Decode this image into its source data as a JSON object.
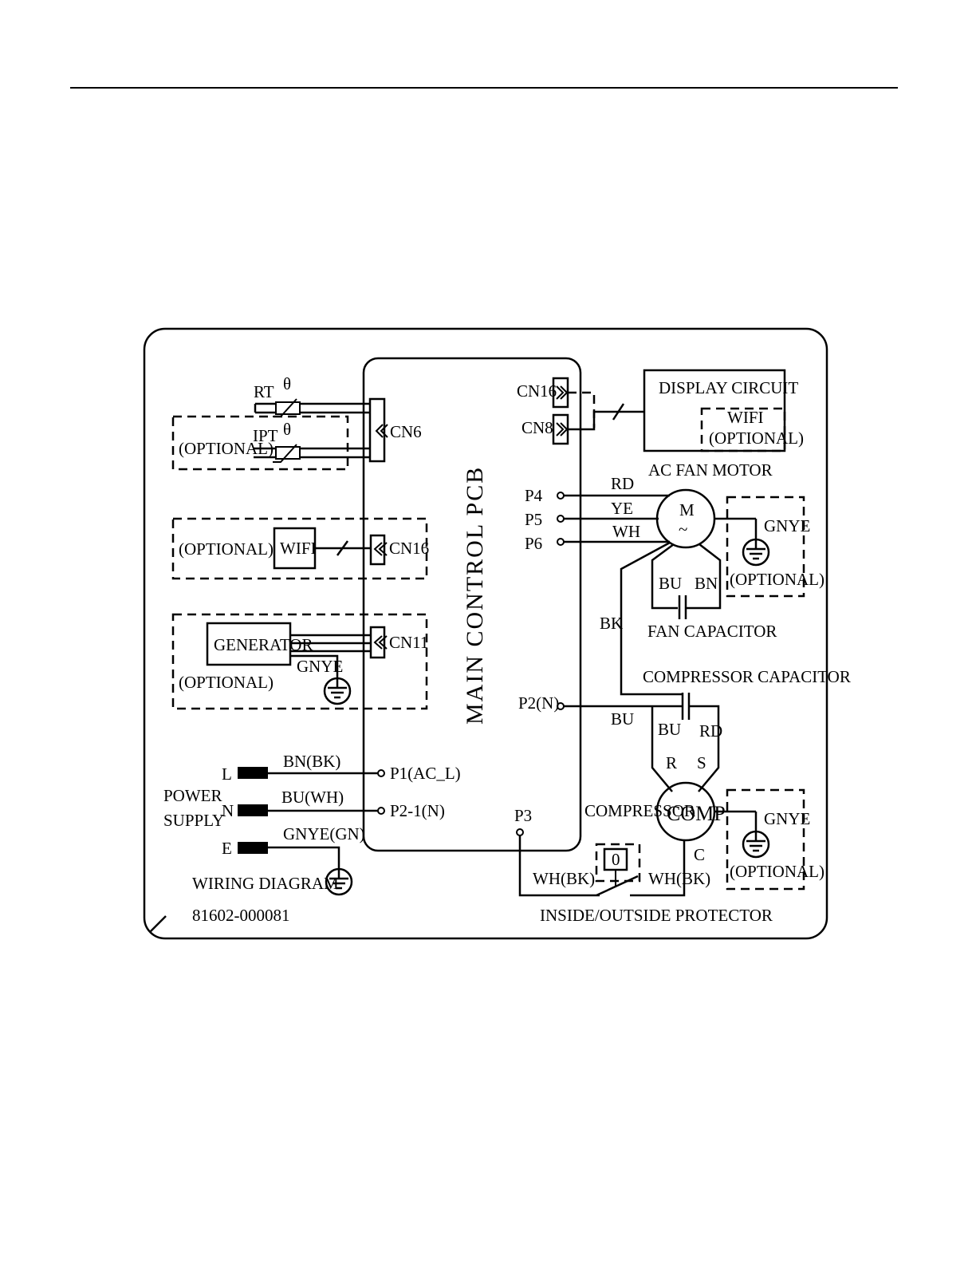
{
  "labels": {
    "rt": "RT",
    "theta": "θ",
    "ipt": "IPT",
    "optional": "(OPTIONAL)",
    "cn6": "CN6",
    "cn16": "CN16",
    "cn8": "CN8",
    "cn11": "CN11",
    "wifi": "WIFI",
    "generator": "GENERATOR",
    "gnye": "GNYE",
    "display_circuit": "DISPLAY  CIRCUIT",
    "ac_fan_motor": "AC FAN MOTOR",
    "main_control_pcb": "MAIN CONTROL PCB",
    "p4": "P4",
    "p5": "P5",
    "p6": "P6",
    "p2n": "P2(N)",
    "p3": "P3",
    "p1": "P1(AC_L)",
    "p21": "P2-1(N)",
    "rd": "RD",
    "ye": "YE",
    "wh": "WH",
    "bk": "BK",
    "bu": "BU",
    "bn": "BN",
    "motor_m": "M",
    "tilde": "~",
    "fan_capacitor": "FAN CAPACITOR",
    "compressor_capacitor": "COMPRESSOR CAPACITOR",
    "r": "R",
    "s": "S",
    "c": "C",
    "compressor": "COMPRESSOR",
    "comp": "COMP",
    "l": "L",
    "n": "N",
    "e": "E",
    "power": "POWER",
    "supply": "SUPPLY",
    "bn_bk": "BN(BK)",
    "bu_wh": "BU(WH)",
    "gnye_gn": "GNYE(GN)",
    "wh_bk": "WH(BK)",
    "protector": "INSIDE/OUTSIDE PROTECTOR",
    "wiring_diagram": "WIRING DIAGRAM",
    "part_number": "81602-000081",
    "zero": "0"
  },
  "colors": {
    "line": "#000000",
    "background": "#ffffff"
  }
}
